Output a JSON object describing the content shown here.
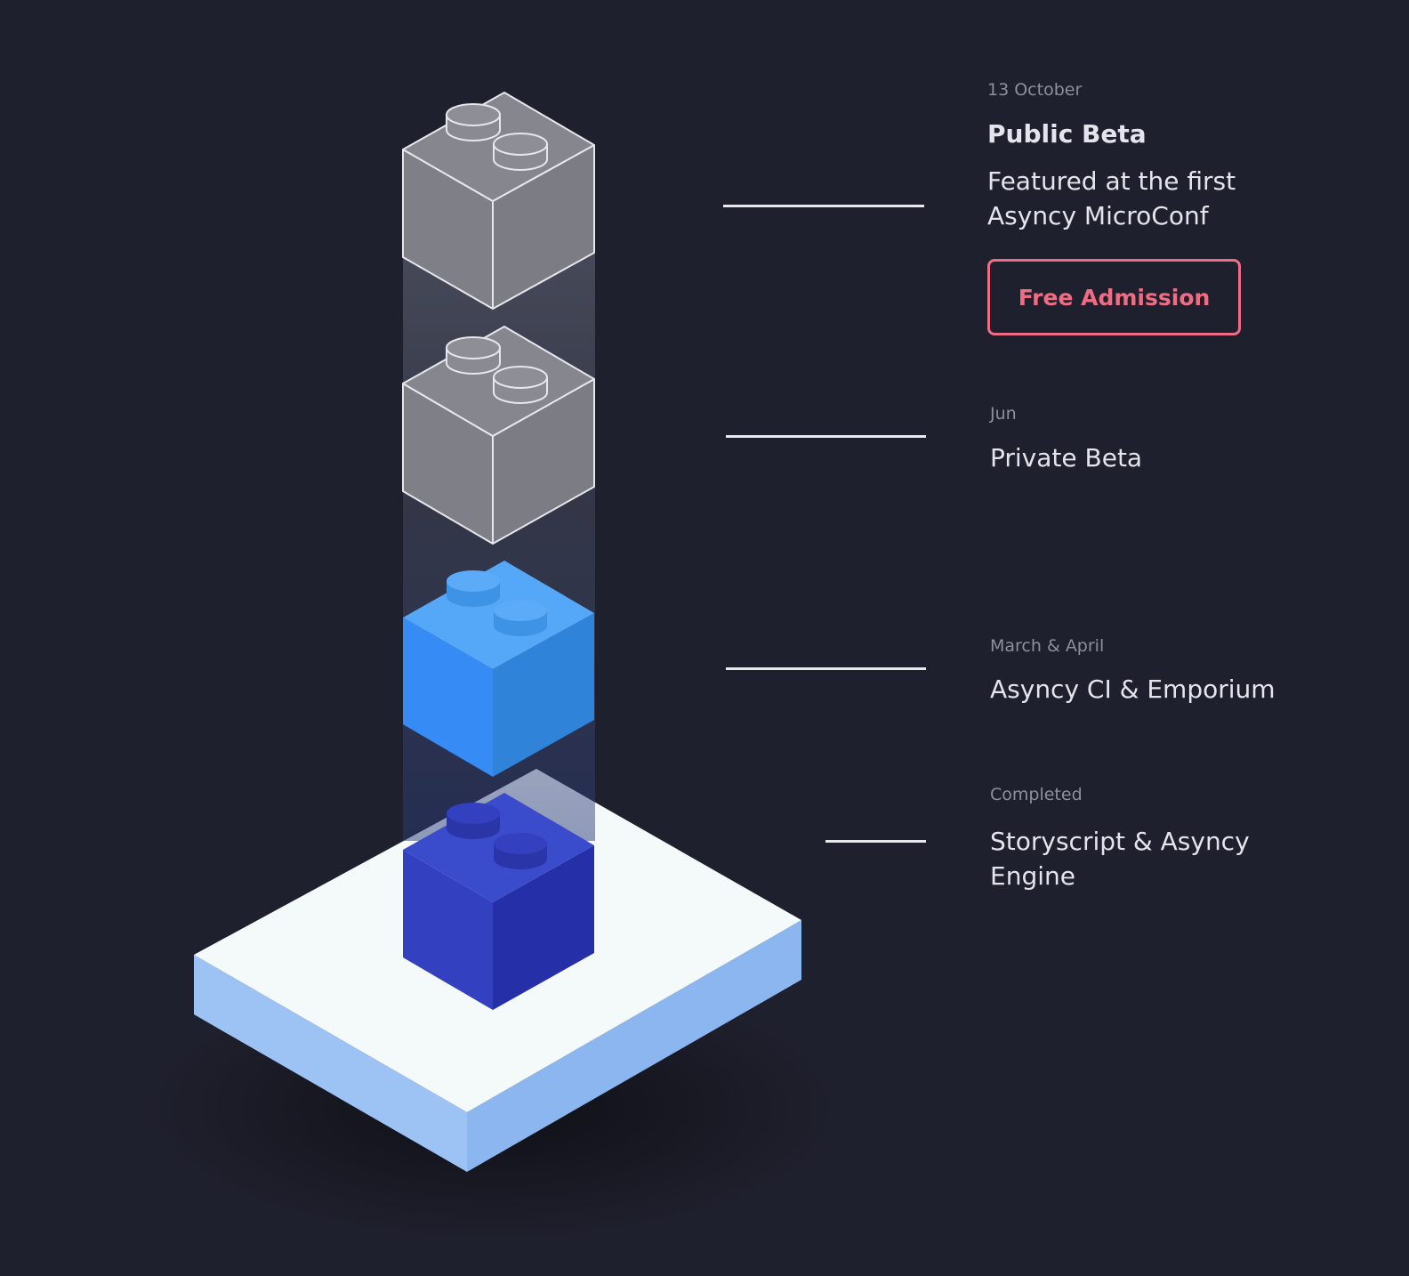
{
  "colors": {
    "background": "#1f202d",
    "accent": "#ef6d84",
    "text": "#e3e4ec",
    "muted_text": "#8e8f9d",
    "connector": "#e8e9ef",
    "brick_upcoming": "#7f8087",
    "brick_in_progress": "#368bf4",
    "brick_completed": "#3340c0",
    "base_plate": "#f4fafa"
  },
  "roadmap": {
    "milestones": [
      {
        "when": "13 October",
        "title": "Public Beta",
        "description_line1": "Featured at the first",
        "description_line2": "Asyncy MicroConf",
        "cta_label": "Free Admission",
        "status": "upcoming"
      },
      {
        "when": "Jun",
        "title": "Private Beta",
        "status": "upcoming"
      },
      {
        "when": "March & April",
        "title": "Asyncy CI & Emporium",
        "status": "in-progress"
      },
      {
        "when": "Completed",
        "title_line1": "Storyscript & Asyncy",
        "title_line2": "Engine",
        "status": "completed"
      }
    ]
  }
}
